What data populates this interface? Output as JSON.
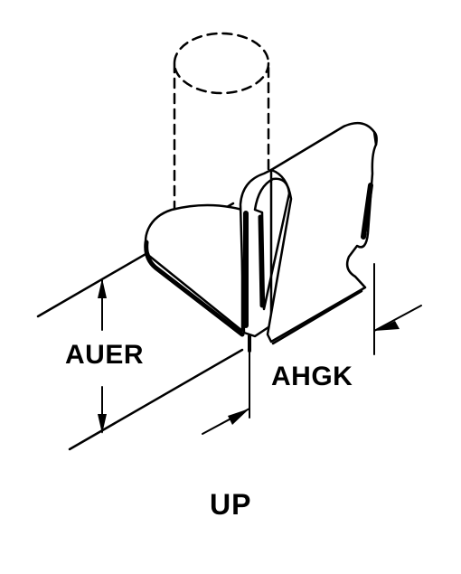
{
  "labels": {
    "dimension_left": "AUER",
    "dimension_right": "AHGK",
    "orientation": "UP"
  },
  "colors": {
    "ink": "#000000",
    "paper": "#ffffff"
  }
}
